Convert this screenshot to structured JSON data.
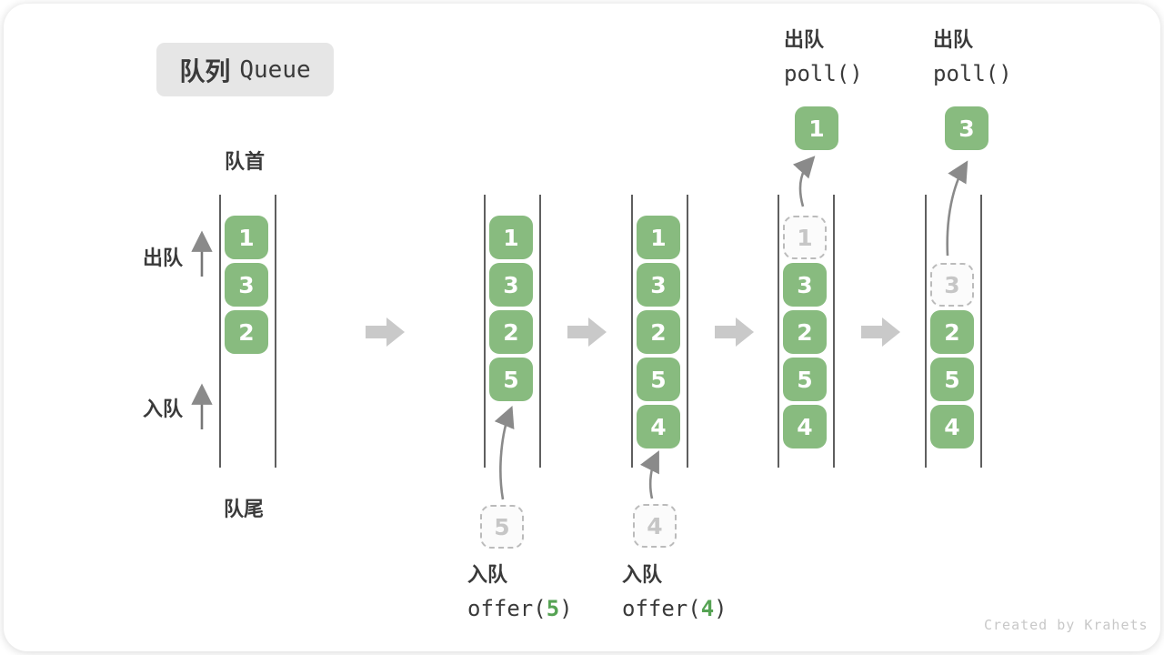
{
  "title": {
    "zh": "队列",
    "en": "Queue"
  },
  "labels": {
    "front": "队首",
    "rear": "队尾",
    "dequeue": "出队",
    "enqueue": "入队"
  },
  "ops": {
    "enqueue5": {
      "label": "入队",
      "code_pre": "offer(",
      "arg": "5",
      "code_post": ")"
    },
    "enqueue4": {
      "label": "入队",
      "code_pre": "offer(",
      "arg": "4",
      "code_post": ")"
    },
    "poll1": {
      "label": "出队",
      "code": "poll()"
    },
    "poll2": {
      "label": "出队",
      "code": "poll()"
    }
  },
  "queues": [
    {
      "cells": [
        "1",
        "3",
        "2"
      ]
    },
    {
      "cells": [
        "1",
        "3",
        "2",
        "5"
      ],
      "pending": "5"
    },
    {
      "cells": [
        "1",
        "3",
        "2",
        "5",
        "4"
      ],
      "pending": "4"
    },
    {
      "cells": [
        "3",
        "2",
        "5",
        "4"
      ],
      "ghost": "1",
      "polled": "1"
    },
    {
      "cells": [
        "2",
        "5",
        "4"
      ],
      "ghost": "3",
      "polled": "3"
    }
  ],
  "watermark": "Created by Krahets",
  "colors": {
    "cell_green": "#88bb7f",
    "code_arg_green": "#56a354",
    "flow_arrow_gray": "#c9c9c9",
    "curve_arrow_gray": "#8a8a8a",
    "title_bg": "#e6e6e6"
  }
}
